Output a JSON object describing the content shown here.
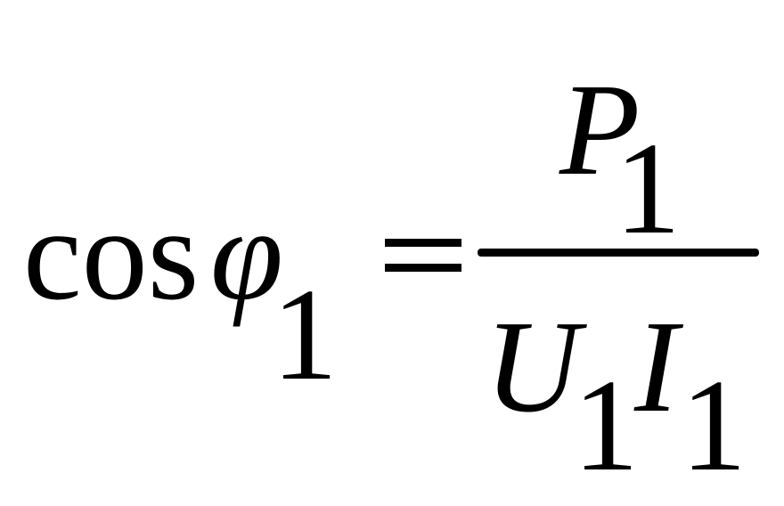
{
  "formula": {
    "function_name": "cos",
    "phi_symbol": "φ",
    "phi_subscript": "1",
    "equals_sign": "=",
    "numerator": {
      "symbol": "P",
      "subscript": "1"
    },
    "denominator": {
      "voltage_symbol": "U",
      "voltage_subscript": "1",
      "current_symbol": "I",
      "current_subscript": "1"
    }
  }
}
